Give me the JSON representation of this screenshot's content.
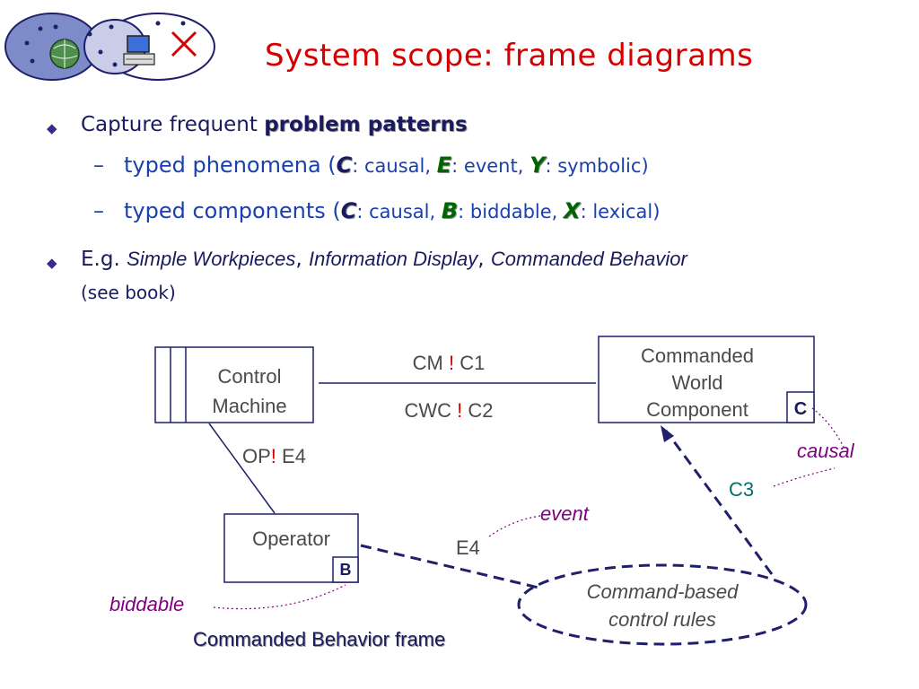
{
  "title": "System scope:  frame diagrams",
  "bullets": {
    "b1_pre": "Capture frequent ",
    "b1_bold": "problem patterns",
    "sub1": {
      "pre": "typed phenomena (",
      "l1": "C",
      "t1": ": causal, ",
      "l2": "E",
      "t2": ": event, ",
      "l3": "Y",
      "t3": ": symbolic)"
    },
    "sub2": {
      "pre": "typed components (",
      "l1": "C",
      "t1": ": causal, ",
      "l2": "B",
      "t2": ": biddable, ",
      "l3": "X",
      "t3": ": lexical)"
    },
    "b2_pre": "E.g. ",
    "b2_i1": "Simple Workpieces",
    "b2_sep1": ", ",
    "b2_i2": "Information Display",
    "b2_sep2": ", ",
    "b2_i3": "Commanded Behavior",
    "b2_line2": "(see book)"
  },
  "diagram": {
    "machine": {
      "line1": "Control",
      "line2": "Machine"
    },
    "world": {
      "line1": "Commanded",
      "line2": "World",
      "line3": "Component",
      "type": "C"
    },
    "operator": {
      "label": "Operator",
      "type": "B"
    },
    "requirement": {
      "line1": "Command-based",
      "line2": "control rules"
    },
    "iface_cm": {
      "pre": "CM ",
      "bang": "!",
      "post": " C1"
    },
    "iface_cwc": {
      "pre": "CWC ",
      "bang": "!",
      "post": " C2"
    },
    "iface_op": {
      "pre": "OP",
      "bang": "!",
      "post": " E4"
    },
    "ref_e4": "E4",
    "ref_c3": "C3",
    "ann_causal": "causal",
    "ann_event": "event",
    "ann_biddable": "biddable"
  },
  "caption": "Commanded Behavior frame",
  "colors": {
    "title": "#d40000",
    "bullet_text": "#1a1a5e",
    "sub_text": "#1a3fae",
    "annotation": "#800080",
    "reference": "#007070",
    "dashed": "#1f1f6b"
  }
}
